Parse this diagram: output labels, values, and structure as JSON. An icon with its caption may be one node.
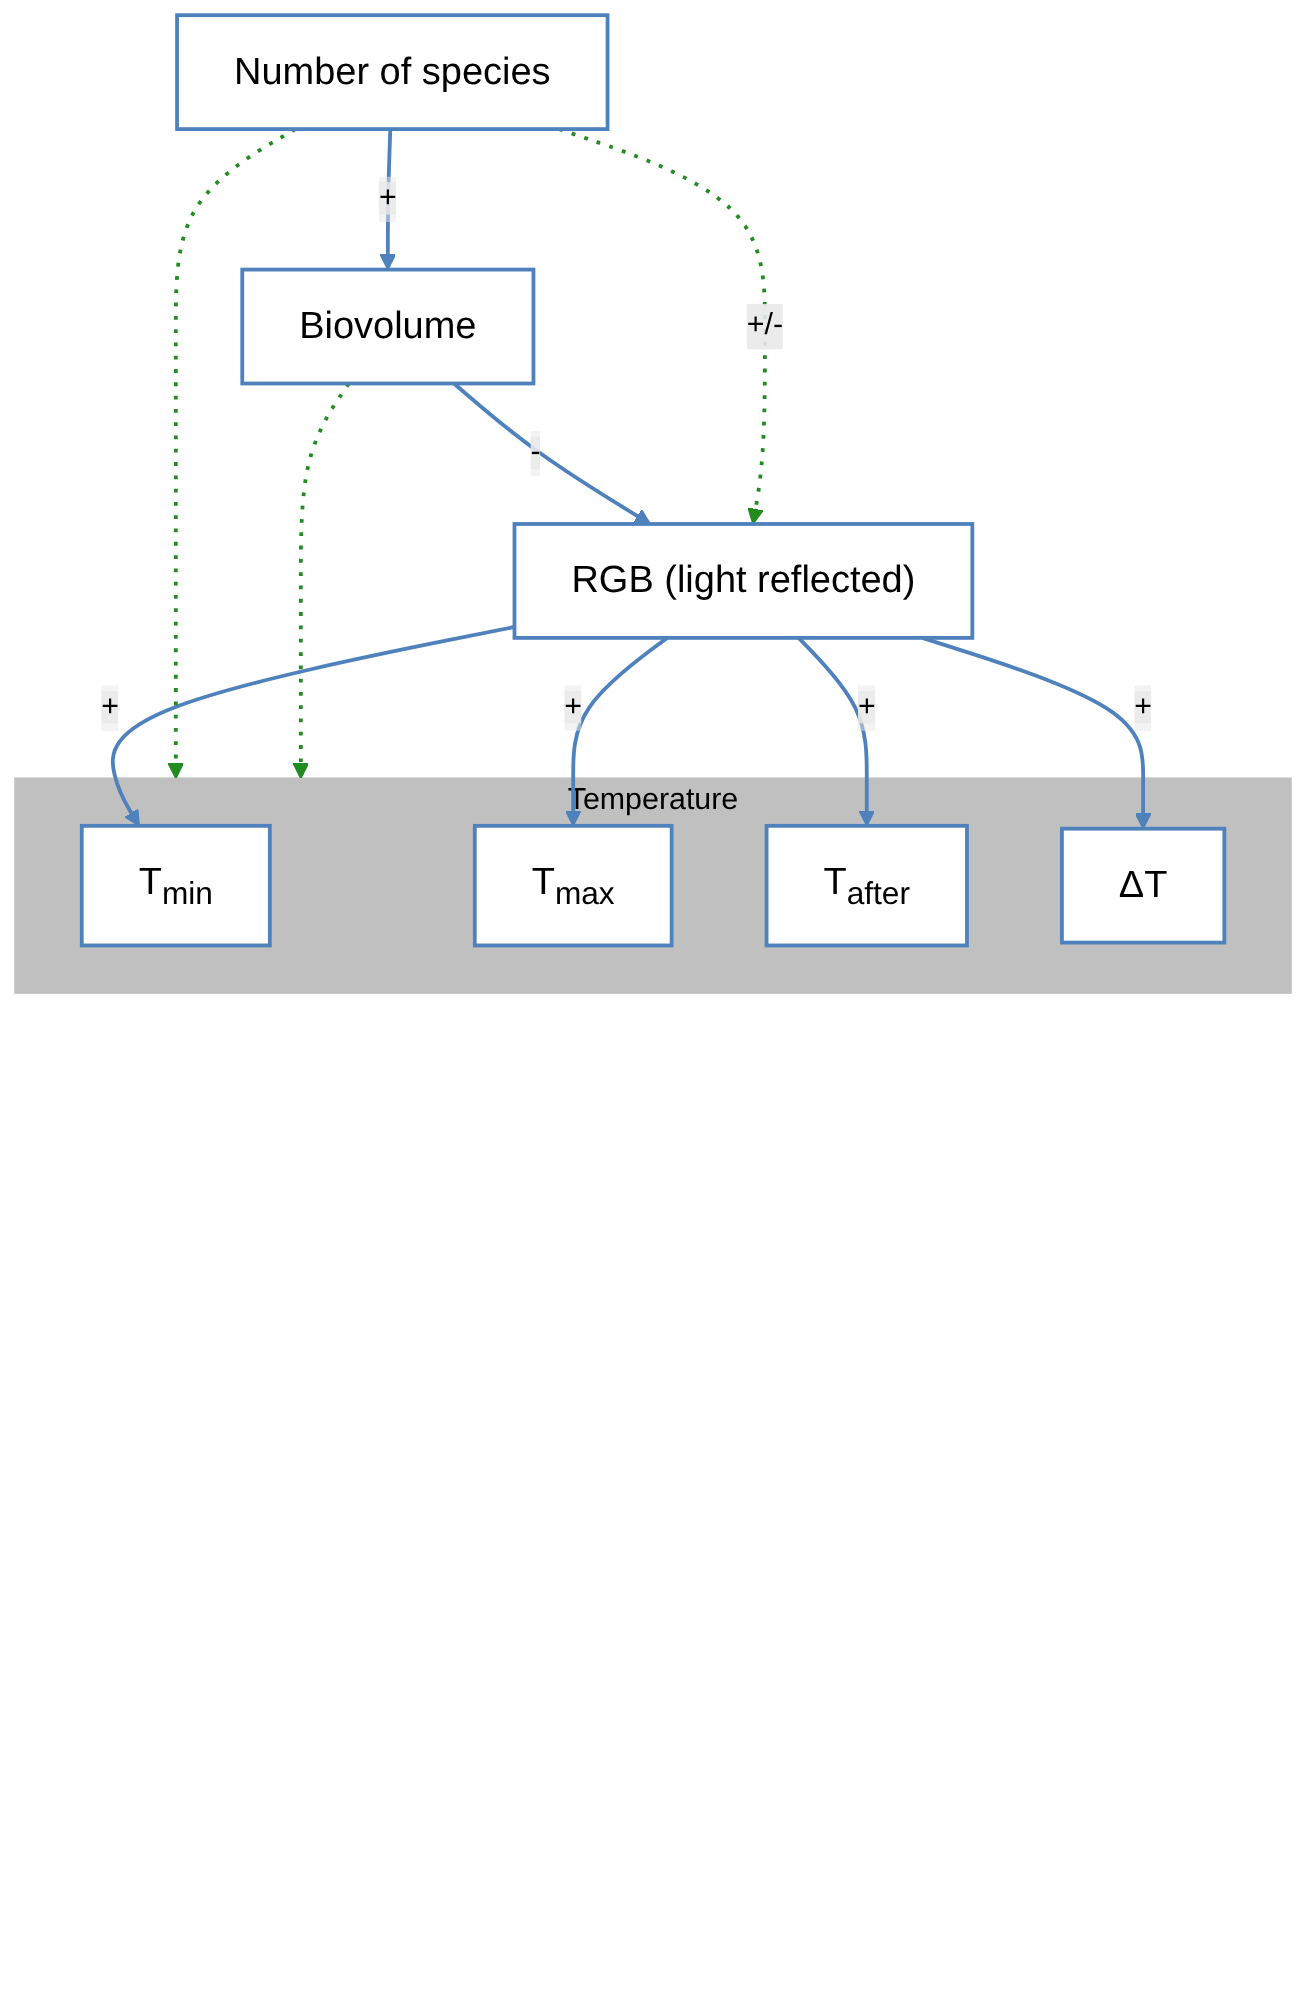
{
  "diagram": {
    "nodes": [
      {
        "text": [
          "Number of species"
        ]
      },
      {
        "text": [
          "Biovolume"
        ]
      },
      {
        "text": [
          "RGB (light reflected)"
        ]
      },
      {
        "text": [
          "Temperature"
        ]
      },
      {
        "text": [
          "T$_{min}$"
        ],
        "in": 3
      },
      {
        "text": [
          "T$_{max}$"
        ],
        "in": 3
      },
      {
        "text": [
          "T$_{after}$"
        ],
        "in": 3
      },
      {
        "text": [
          "ΔT"
        ],
        "in": 3
      }
    ],
    "edges": [
      {
        "from": 0,
        "to": 1,
        "arrow": "to",
        "label": "+"
      },
      {
        "from": 1,
        "to": 2,
        "arrow": "to",
        "label": "-"
      },
      {
        "from": 0,
        "to": 2,
        "arrow": "to",
        "label": "+/-",
        "style": "dashed",
        "color": "#228b22"
      },
      {
        "from": 0,
        "to": 3,
        "arrow": "to",
        "style": "dashed",
        "color": "#228b22"
      },
      {
        "from": 1,
        "to": 3,
        "arrow": "to",
        "style": "dashed",
        "color": "#228b22"
      },
      {
        "from": 2,
        "to": 4,
        "arrow": "to",
        "label": "+"
      },
      {
        "from": 2,
        "to": 5,
        "arrow": "to",
        "label": "+"
      },
      {
        "from": 2,
        "to": 6,
        "arrow": "to",
        "label": "+"
      },
      {
        "from": 2,
        "to": 7,
        "arrow": "to",
        "label": "+"
      }
    ]
  }
}
